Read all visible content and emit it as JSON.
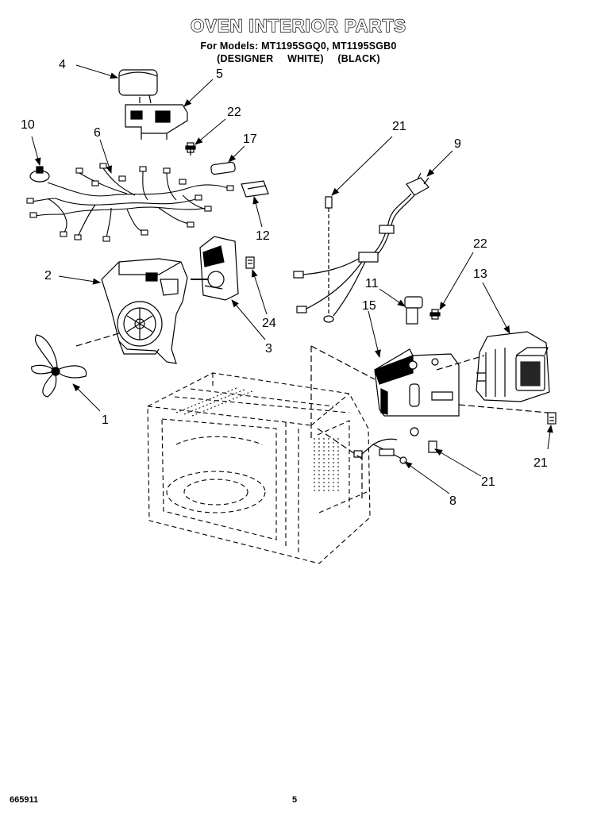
{
  "header": {
    "title": "OVEN INTERIOR PARTS",
    "models_line": "For Models: MT1195SGQ0, MT1195SGB0",
    "colors_line": "(DESIGNER WHITE) (BLACK)"
  },
  "callouts": {
    "c4": "4",
    "c5": "5",
    "c22a": "22",
    "c10": "10",
    "c6": "6",
    "c17": "17",
    "c12": "12",
    "c21a": "21",
    "c9": "9",
    "c2": "2",
    "c24": "24",
    "c3": "3",
    "c11": "11",
    "c15": "15",
    "c22b": "22",
    "c13": "13",
    "c1": "1",
    "c21b": "21",
    "c21c": "21",
    "c8": "8"
  },
  "footer": {
    "doc_number": "665911",
    "page_number": "5"
  }
}
